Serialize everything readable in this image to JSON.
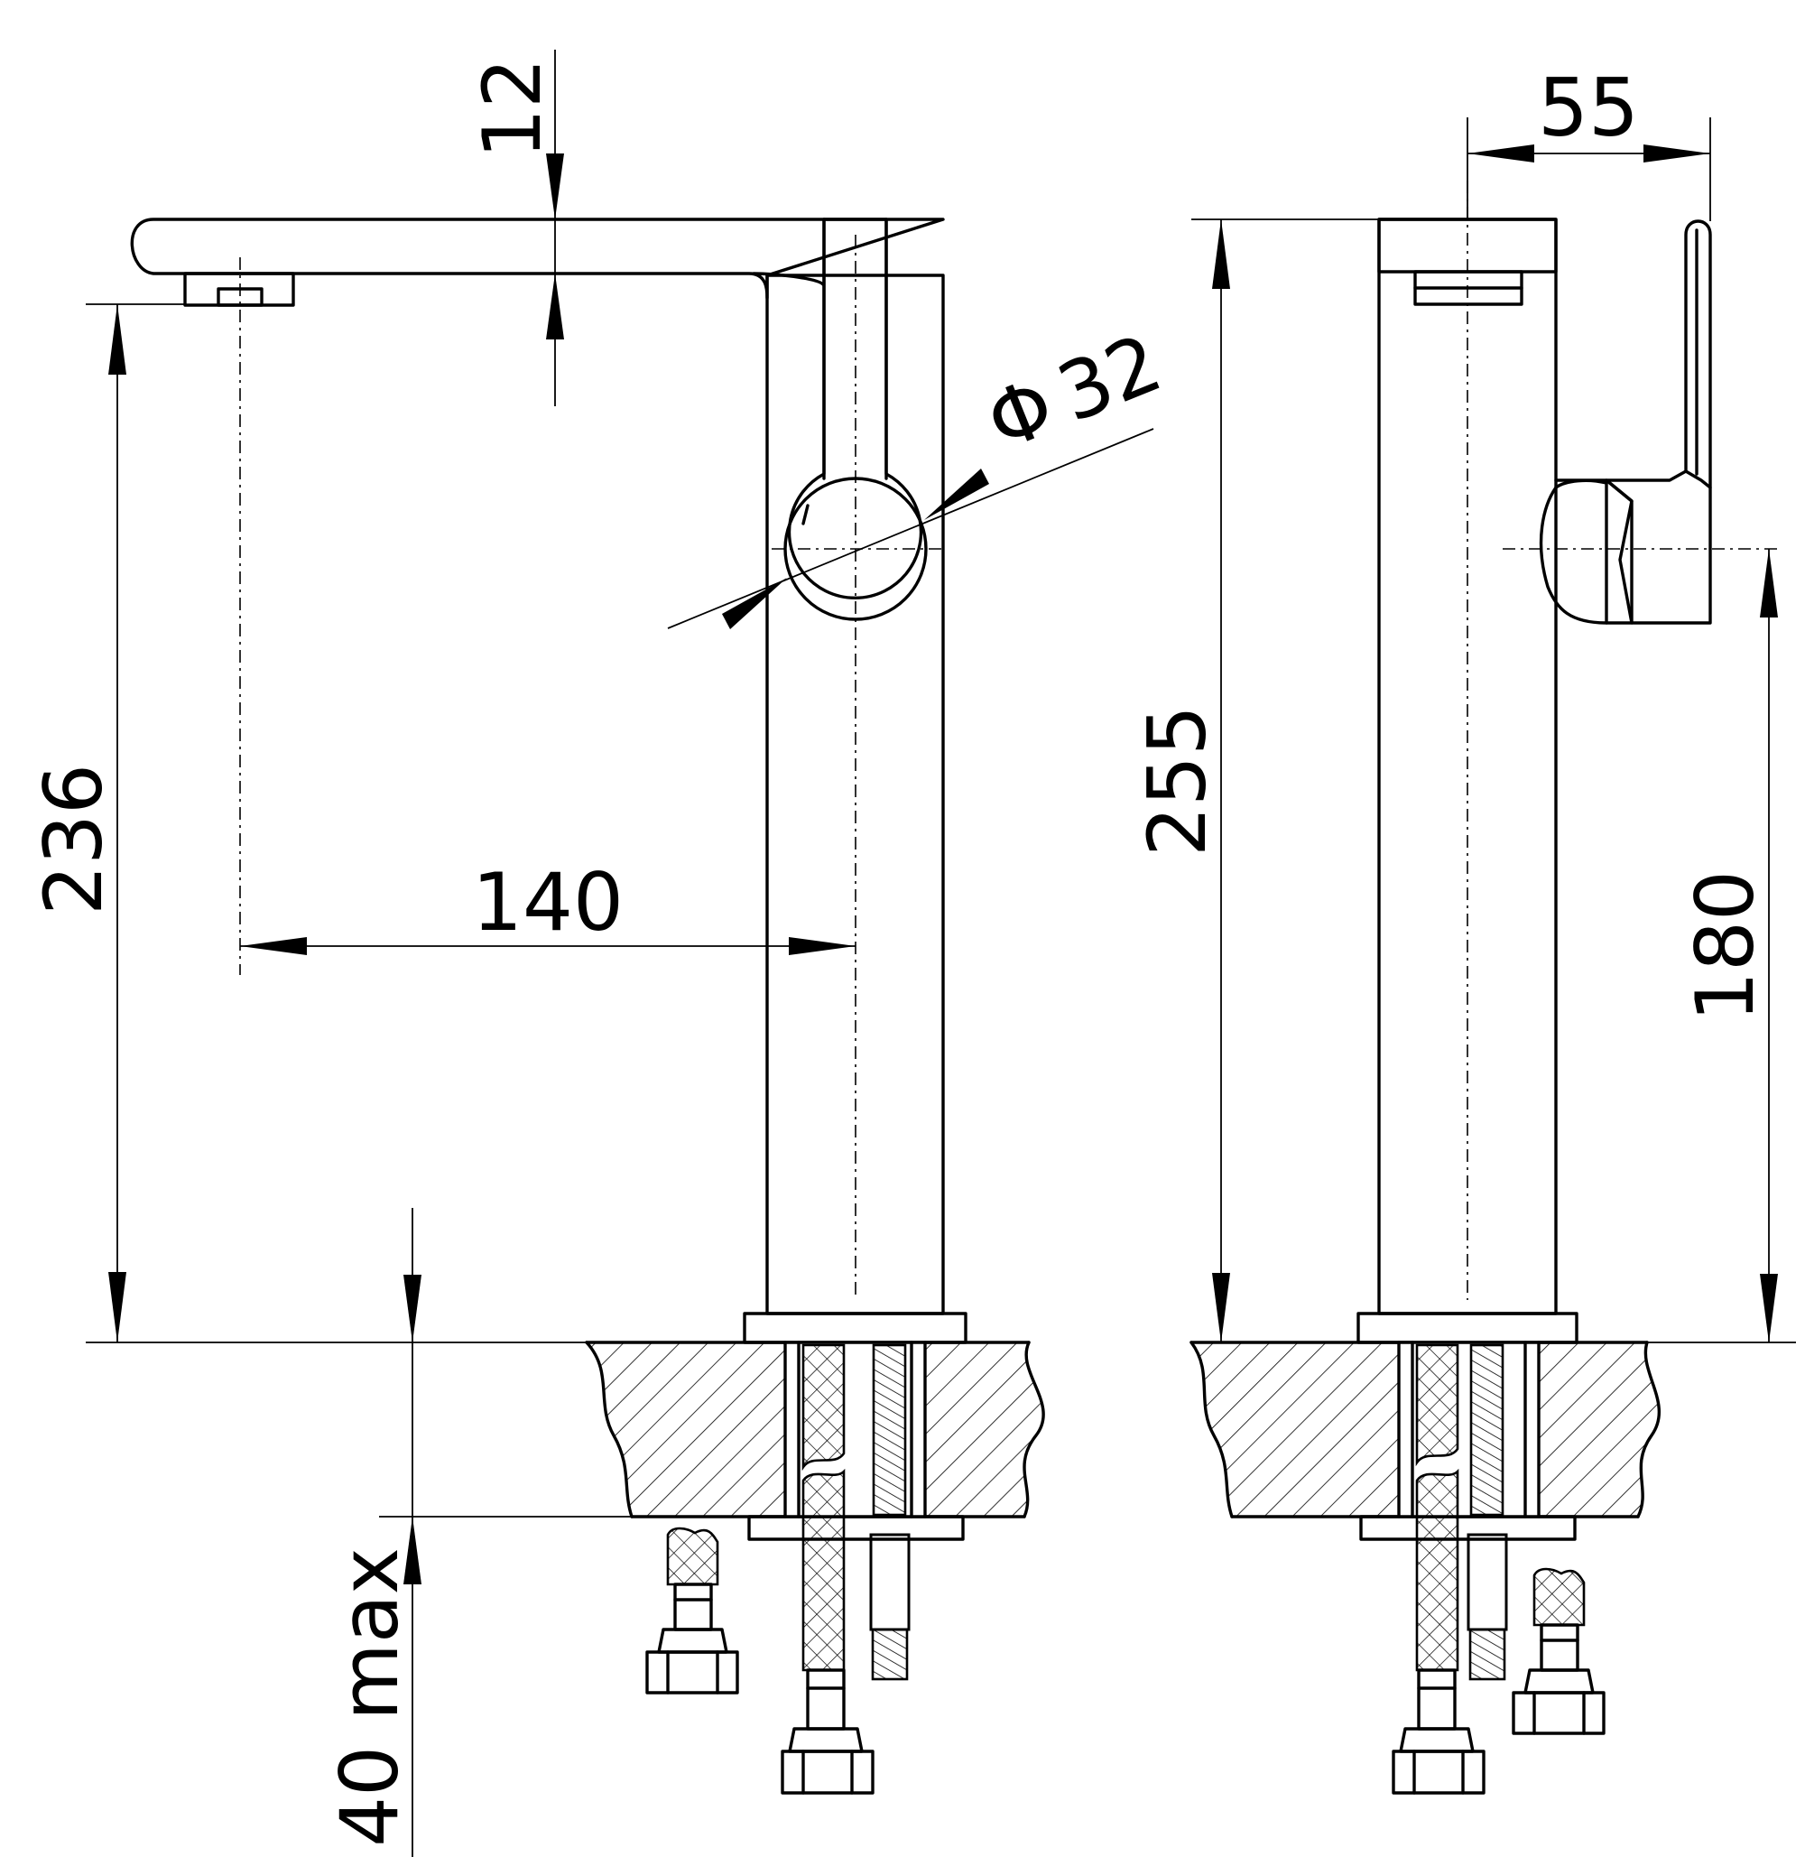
{
  "figure": {
    "left_view": {
      "dimensions": {
        "height_outlet": "236",
        "spout_reach": "140",
        "spout_thickness": "12",
        "body_diameter": "32",
        "deck_thickness_max": "40 max"
      },
      "diameter_symbol": "Φ"
    },
    "right_view": {
      "dimensions": {
        "overall_height": "255",
        "handle_height": "180",
        "handle_offset": "55"
      }
    }
  },
  "colors": {
    "line": "#000000",
    "background": "#ffffff"
  }
}
